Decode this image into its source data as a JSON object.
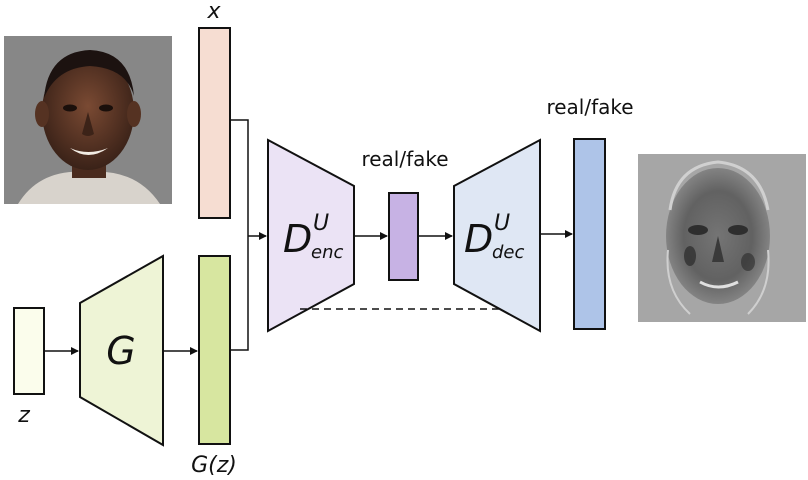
{
  "labels": {
    "x": "x",
    "z": "z",
    "gz": "G(z)",
    "generator": "G",
    "encoder_main": "D",
    "encoder_sup": "U",
    "encoder_sub": "enc",
    "decoder_main": "D",
    "decoder_sup": "U",
    "decoder_sub": "dec",
    "enc_output": "real/fake",
    "dec_output": "real/fake"
  },
  "images": {
    "input_photo": "face-photo",
    "output_map": "grayscale-face-map"
  },
  "colors": {
    "x_bar": "#f6ddd2",
    "z_bar": "#fbfdec",
    "gz_bar": "#d7e6a0",
    "generator": "#eef4d6",
    "encoder": "#ebe3f5",
    "enc_out": "#c7b2e4",
    "decoder": "#dfe7f4",
    "dec_out": "#aec4e8",
    "stroke": "#111111"
  }
}
